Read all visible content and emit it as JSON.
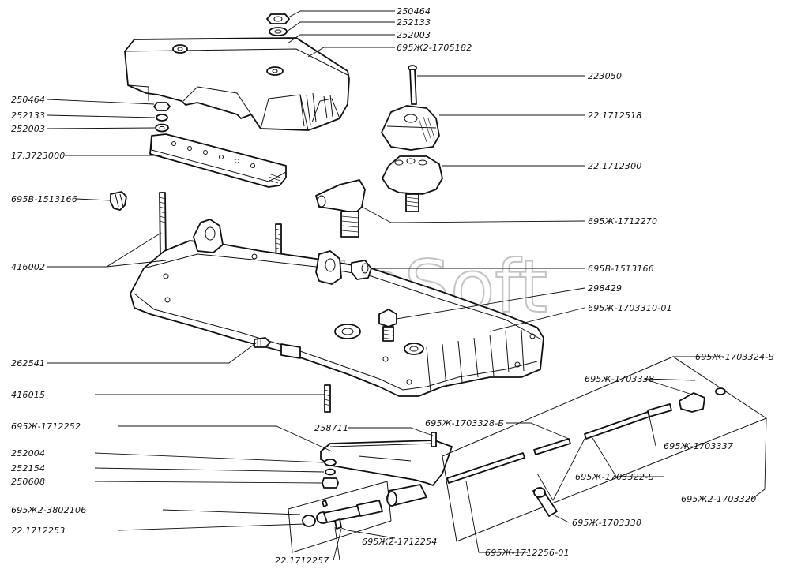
{
  "watermark": "AutoSoft",
  "labels": [
    {
      "id": "top-nut",
      "text": "250464"
    },
    {
      "id": "top-washer",
      "text": "252133"
    },
    {
      "id": "top-seal",
      "text": "252003"
    },
    {
      "id": "cover",
      "text": "695Ж2-1705182"
    },
    {
      "id": "left-nut",
      "text": "250464"
    },
    {
      "id": "left-washer",
      "text": "252133"
    },
    {
      "id": "left-seal",
      "text": "252003"
    },
    {
      "id": "plate",
      "text": "17.3723000"
    },
    {
      "id": "plug-left",
      "text": "695В-1513166"
    },
    {
      "id": "stud",
      "text": "416002"
    },
    {
      "id": "screw-top",
      "text": "223050"
    },
    {
      "id": "filter-cap",
      "text": "22.1712518"
    },
    {
      "id": "valve",
      "text": "22.1712300"
    },
    {
      "id": "elbow",
      "text": "695Ж-1712270"
    },
    {
      "id": "plug-right",
      "text": "695В-1513166"
    },
    {
      "id": "fitting",
      "text": "298429"
    },
    {
      "id": "housing",
      "text": "695Ж-1703310-01"
    },
    {
      "id": "bolt-side",
      "text": "262541"
    },
    {
      "id": "stud-lower",
      "text": "416015"
    },
    {
      "id": "link-kit",
      "text": "695Ж-1703324-В"
    },
    {
      "id": "fork",
      "text": "695Ж-1703338"
    },
    {
      "id": "rod-long",
      "text": "695Ж-1703328-Б"
    },
    {
      "id": "bracket",
      "text": "695Ж-1712252"
    },
    {
      "id": "pin",
      "text": "258711"
    },
    {
      "id": "nut-a",
      "text": "252004"
    },
    {
      "id": "nut-b",
      "text": "252154"
    },
    {
      "id": "nut-c",
      "text": "250608"
    },
    {
      "id": "spring-rod",
      "text": "695Ж-1703337"
    },
    {
      "id": "rod-adjust",
      "text": "695Ж-1703322-Б"
    },
    {
      "id": "rod-assembly",
      "text": "695Ж2-1703320"
    },
    {
      "id": "cable-kit",
      "text": "695Ж2-3802106"
    },
    {
      "id": "cable-end",
      "text": "22.1712253"
    },
    {
      "id": "cable-sleeve",
      "text": "695Ж2-1712254"
    },
    {
      "id": "clip-pin",
      "text": "695Ж-1703330"
    },
    {
      "id": "rod-main",
      "text": "695Ж-1712256-01"
    },
    {
      "id": "cable-clip",
      "text": "22.1712257"
    }
  ]
}
